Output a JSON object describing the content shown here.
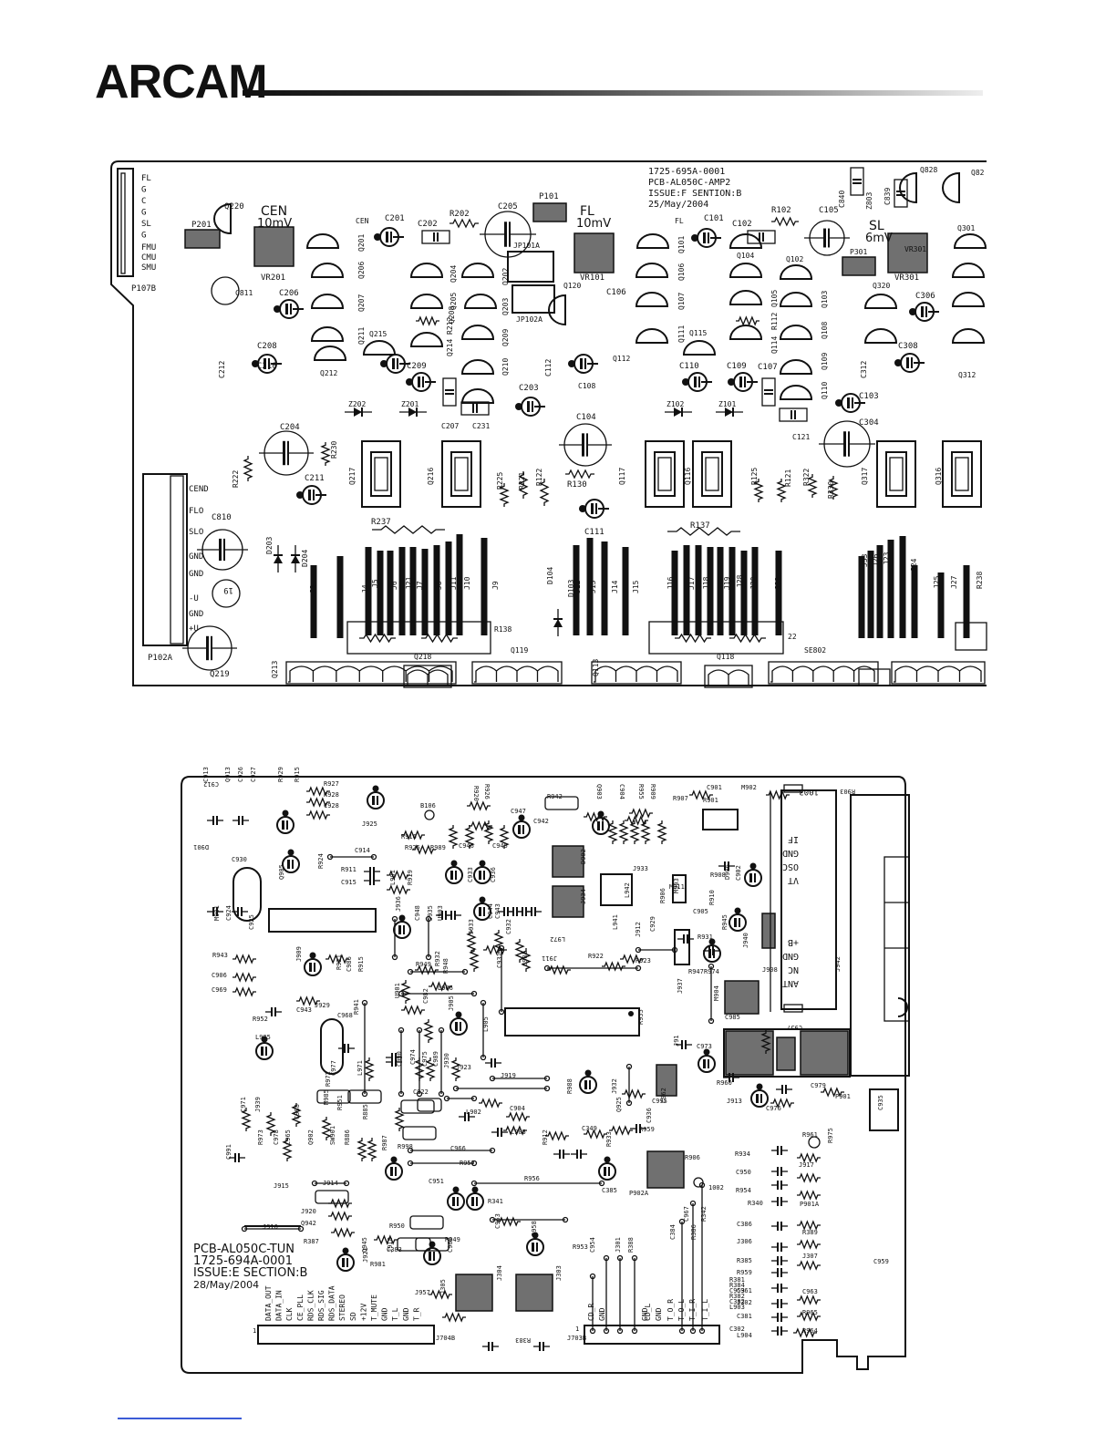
{
  "header": {
    "brand": "ARCAM"
  },
  "amp_board": {
    "info": [
      "1725-695A-0001",
      "PCB-AL050C-AMP2",
      "ISSUE:F SENTION:B",
      "25/May/2004"
    ],
    "channels": [
      {
        "name": "CEN",
        "level": "10mV",
        "pot": "VR201"
      },
      {
        "name": "FL",
        "level": "10mV",
        "pot": "VR101"
      },
      {
        "name": "SL",
        "level": "6mV",
        "pot": "VR301"
      }
    ],
    "left_connector": {
      "pins": [
        "FL",
        "G",
        "C",
        "G",
        "SL",
        "G",
        "FMU",
        "CMU",
        "SMU"
      ],
      "ref": "P107B"
    },
    "power_connector": {
      "pins": [
        "CEND",
        "FLO",
        "SLO",
        "GND",
        "GND",
        "-U",
        "GND",
        "+U"
      ],
      "ref": "P102A"
    },
    "labels": [
      "Q220",
      "P201",
      "CEN",
      "C201",
      "C202",
      "R202",
      "C205",
      "P101",
      "JP101A",
      "FL",
      "C101",
      "C102",
      "R102",
      "C105",
      "C840",
      "Z803",
      "C839",
      "Q828",
      "Q82",
      "Q201",
      "Q206",
      "Q207",
      "Q211",
      "Q212",
      "Q215",
      "Q204",
      "Q205",
      "Q208",
      "Q214",
      "Q202",
      "Q203",
      "Q209",
      "Q210",
      "R212",
      "JP102A",
      "Q120",
      "C106",
      "Q101",
      "Q106",
      "Q107",
      "Q111",
      "Q115",
      "Q104",
      "Q102",
      "Q105",
      "Q103",
      "Q108",
      "Q114",
      "Q109",
      "Q110",
      "R112",
      "P301",
      "VR301",
      "Q320",
      "C306",
      "Q301",
      "C206",
      "C208",
      "C212",
      "C210",
      "C209",
      "Z202",
      "Z201",
      "C207",
      "C231",
      "C203",
      "C112",
      "C108",
      "C110",
      "C109",
      "C107",
      "Z102",
      "Z101",
      "C103",
      "C121",
      "C304",
      "C308",
      "C312",
      "Q312",
      "Q112",
      "C204",
      "R230",
      "R222",
      "C211",
      "Q217",
      "Q216",
      "R225",
      "R221",
      "R122",
      "C104",
      "R130",
      "C111",
      "Q117",
      "Q116",
      "R125",
      "R121",
      "R322",
      "R330",
      "Q317",
      "Q316",
      "R237",
      "R137",
      "C810",
      "D203",
      "D204",
      "J2",
      "J3",
      "J4",
      "J5",
      "J6",
      "J21",
      "J7",
      "J8",
      "J11",
      "J10",
      "J9",
      "D104",
      "D103",
      "J12",
      "J13",
      "J14",
      "J15",
      "J16",
      "J17",
      "J18",
      "J19",
      "J28",
      "J20",
      "J32",
      "J33",
      "J26",
      "J23",
      "J24",
      "J25",
      "J27",
      "R238",
      "R138",
      "22",
      "19",
      "C811",
      "Q219",
      "Q213",
      "Q218",
      "Q119",
      "Q113",
      "Q118",
      "SE802"
    ]
  },
  "tuner_board": {
    "info": [
      "PCB-AL050C-TUN",
      "1725-694A-0001",
      "ISSUE:E SECTION:B",
      "28/May/2004"
    ],
    "module": {
      "ref": "1003",
      "pins": [
        "VT",
        "OSC",
        "GND",
        "IF",
        "+B",
        "GND",
        "NC",
        "ANT"
      ]
    },
    "bottom_left_pins": [
      "DATA_OUT",
      "DATA_IN",
      "CLK",
      "CE_PLL",
      "RDS_CLK",
      "RDS_SIG",
      "RDS_DATA",
      "STEREO",
      "SD",
      "+12V",
      "T_MUTE",
      "GND",
      "T_L",
      "GND",
      "T_R"
    ],
    "bottom_right_pins": [
      "CD_R",
      "GND",
      "CD_L",
      "GND",
      "T_O_R",
      "T_O_L",
      "GND",
      "T_I_R",
      "T_I_L"
    ],
    "connectors": [
      "J704B",
      "J703B"
    ],
    "labels": [
      "C913",
      "C912",
      "Q913",
      "C926",
      "C927",
      "R929",
      "R915",
      "R927",
      "R928",
      "C928",
      "J925",
      "B106",
      "D901",
      "C930",
      "Q905",
      "R924",
      "R911",
      "C915",
      "C914",
      "L901",
      "R919",
      "R920",
      "R926",
      "R916",
      "R925",
      "R989",
      "C946",
      "C945",
      "C947",
      "C942",
      "R942",
      "Q903",
      "C904",
      "R955",
      "R909",
      "R907",
      "R901",
      "C901",
      "M902",
      "R903",
      "M901",
      "C924",
      "C925",
      "U903",
      "J936",
      "C948",
      "J935",
      "J933",
      "C944",
      "C943",
      "C932",
      "C933",
      "C936",
      "D902",
      "J934",
      "L942",
      "L941",
      "M911",
      "J933",
      "M903",
      "R908",
      "R910",
      "C905",
      "D906",
      "C902",
      "R906",
      "C929",
      "J912",
      "L972",
      "J911",
      "R943",
      "J909",
      "R921",
      "C986",
      "R915",
      "R932",
      "R948",
      "C931",
      "C981",
      "R945",
      "J940",
      "R931",
      "C906",
      "C969",
      "R949",
      "L906",
      "R922",
      "R923",
      "R947",
      "J937",
      "J908",
      "R974",
      "M904",
      "J942",
      "R941",
      "C968",
      "C982",
      "J905",
      "L905",
      "R955",
      "R952",
      "C943",
      "J929",
      "U901",
      "C957",
      "C985",
      "L985",
      "J91",
      "C973",
      "L971",
      "C990",
      "C974",
      "C975",
      "C989",
      "J930",
      "J923",
      "J919",
      "R988",
      "J932",
      "C962",
      "R960",
      "C979",
      "J913",
      "P901",
      "C976",
      "R972",
      "C977",
      "C971",
      "J939",
      "C988",
      "M985",
      "R951",
      "R885",
      "C922",
      "L902",
      "C904",
      "C905",
      "Q925",
      "C995",
      "R959",
      "C936",
      "C935",
      "R973",
      "C978",
      "C965",
      "Q902",
      "SW901",
      "R886",
      "R987",
      "R998",
      "R912",
      "C349",
      "R933",
      "R906",
      "R934",
      "R961",
      "R975",
      "C991",
      "C966",
      "R957",
      "R956",
      "C385",
      "P902A",
      "1002",
      "C950",
      "J917",
      "J915",
      "J914",
      "C951",
      "R954",
      "P901A",
      "R340",
      "R341",
      "J920",
      "Q942",
      "C963",
      "C967",
      "R342",
      "C386",
      "R389",
      "J916",
      "R950",
      "R949",
      "R958",
      "J306",
      "J307",
      "C383",
      "R387",
      "J918",
      "Q945",
      "C960",
      "C959",
      "R386",
      "R385",
      "R959",
      "J921",
      "R981",
      "R953",
      "C954",
      "J301",
      "R388",
      "C384",
      "C961",
      "C963",
      "J957",
      "J305",
      "J304",
      "J303",
      "J302",
      "C381",
      "R383",
      "R965",
      "R964",
      "L904",
      "L903",
      "C382",
      "R382",
      "C953",
      "R384",
      "R381",
      "C302"
    ]
  }
}
